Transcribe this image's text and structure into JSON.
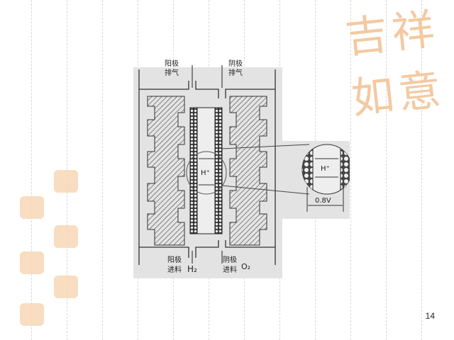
{
  "slide": {
    "page_number": "14",
    "decoration_text": "吉祥如意",
    "accent_color": "#f4c9a0"
  },
  "diagram": {
    "anode_exhaust": [
      "阳极",
      "排气"
    ],
    "cathode_exhaust": [
      "阴极",
      "排气"
    ],
    "anode_feed": [
      "阳极",
      "进料"
    ],
    "anode_feed_gas": "H₂",
    "cathode_feed": [
      "阴极",
      "进料"
    ],
    "cathode_feed_gas": "O₂",
    "ion_label": "H⁺",
    "inset_ion_label": "H⁺",
    "voltage_label": "0.8V"
  }
}
